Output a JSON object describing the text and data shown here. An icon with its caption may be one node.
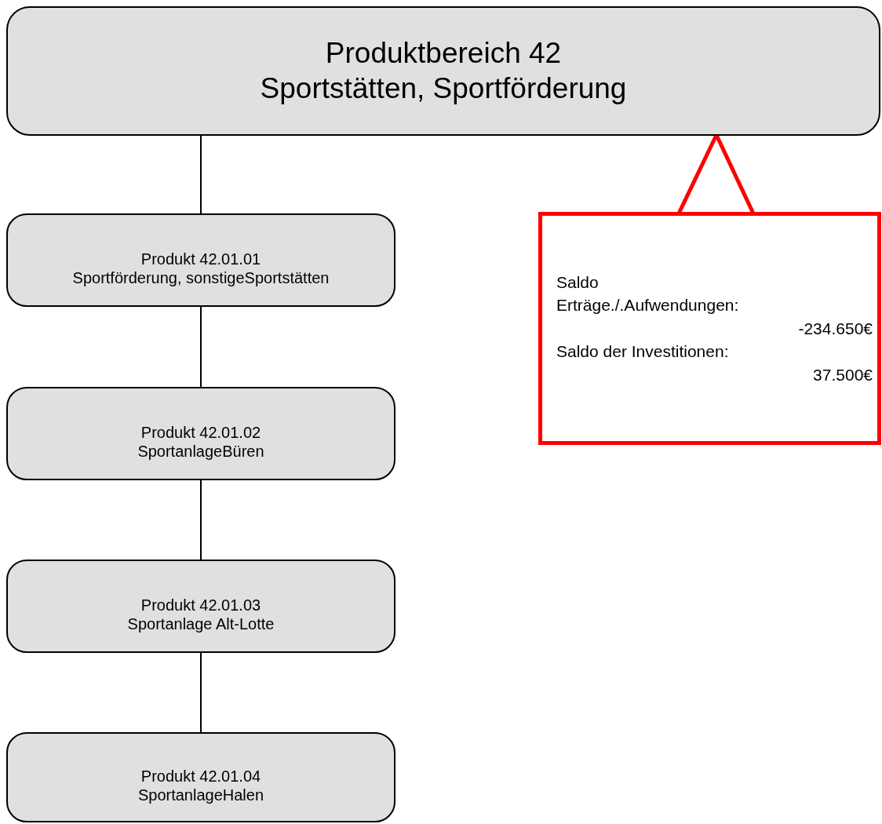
{
  "diagram": {
    "nodes": [
      {
        "text": [
          "Produktbereich 42",
          "Sportstätten, Sportförderung"
        ]
      },
      {
        "text": [
          "Produkt 42.01.01",
          "Sportförderung, sonstigeSportstätten"
        ]
      },
      {
        "text": [
          "Produkt 42.01.02",
          "SportanlageBüren"
        ]
      },
      {
        "text": [
          "Produkt 42.01.03",
          "Sportanlage Alt-Lotte"
        ]
      },
      {
        "text": [
          "Produkt 42.01.04",
          "SportanlageHalen"
        ]
      },
      {
        "text": [
          "Saldo Erträge./.Aufwendungen:",
          "-234.650€",
          "Saldo der Investitionen:",
          "37.500€"
        ]
      }
    ],
    "edges": [
      {
        "from": 0,
        "to": 1,
        "arrow": "none"
      },
      {
        "from": 1,
        "to": 2,
        "arrow": "none"
      },
      {
        "from": 2,
        "to": 3,
        "arrow": "none"
      },
      {
        "from": 3,
        "to": 4,
        "arrow": "none"
      },
      {
        "from": 5,
        "to": 0,
        "arrow": "none",
        "style": "thick",
        "color": "#ff0000"
      }
    ]
  }
}
